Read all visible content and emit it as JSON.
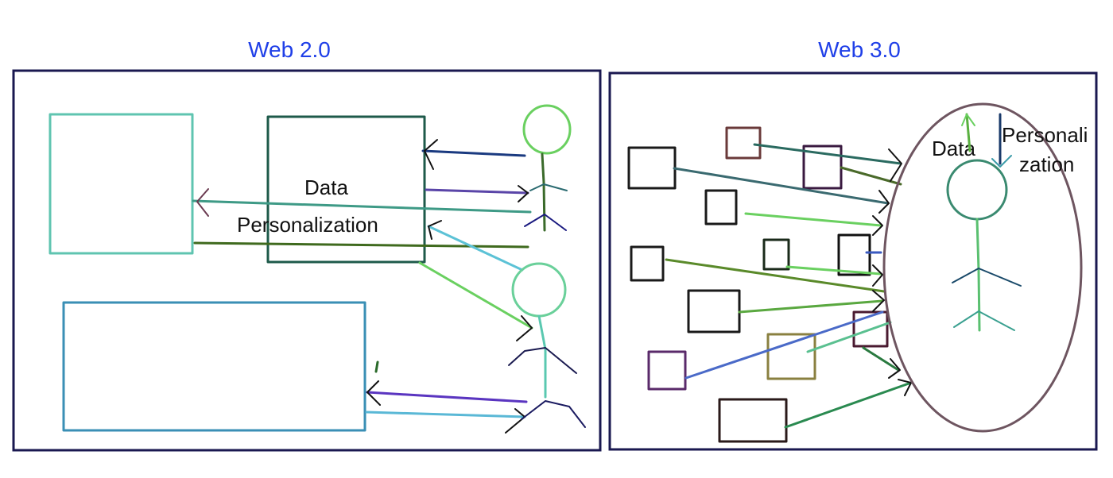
{
  "panels": {
    "left": {
      "title": "Web 2.0",
      "label_data": "Data",
      "label_personalization": "Personalization"
    },
    "right": {
      "title": "Web 3.0",
      "label_data": "Data",
      "label_personalization_line1": "Personali",
      "label_personalization_line2": "zation"
    }
  },
  "colors": {
    "title": "#1f3fe8",
    "frame": "#1a1850",
    "ellipse": "#6e5560"
  }
}
